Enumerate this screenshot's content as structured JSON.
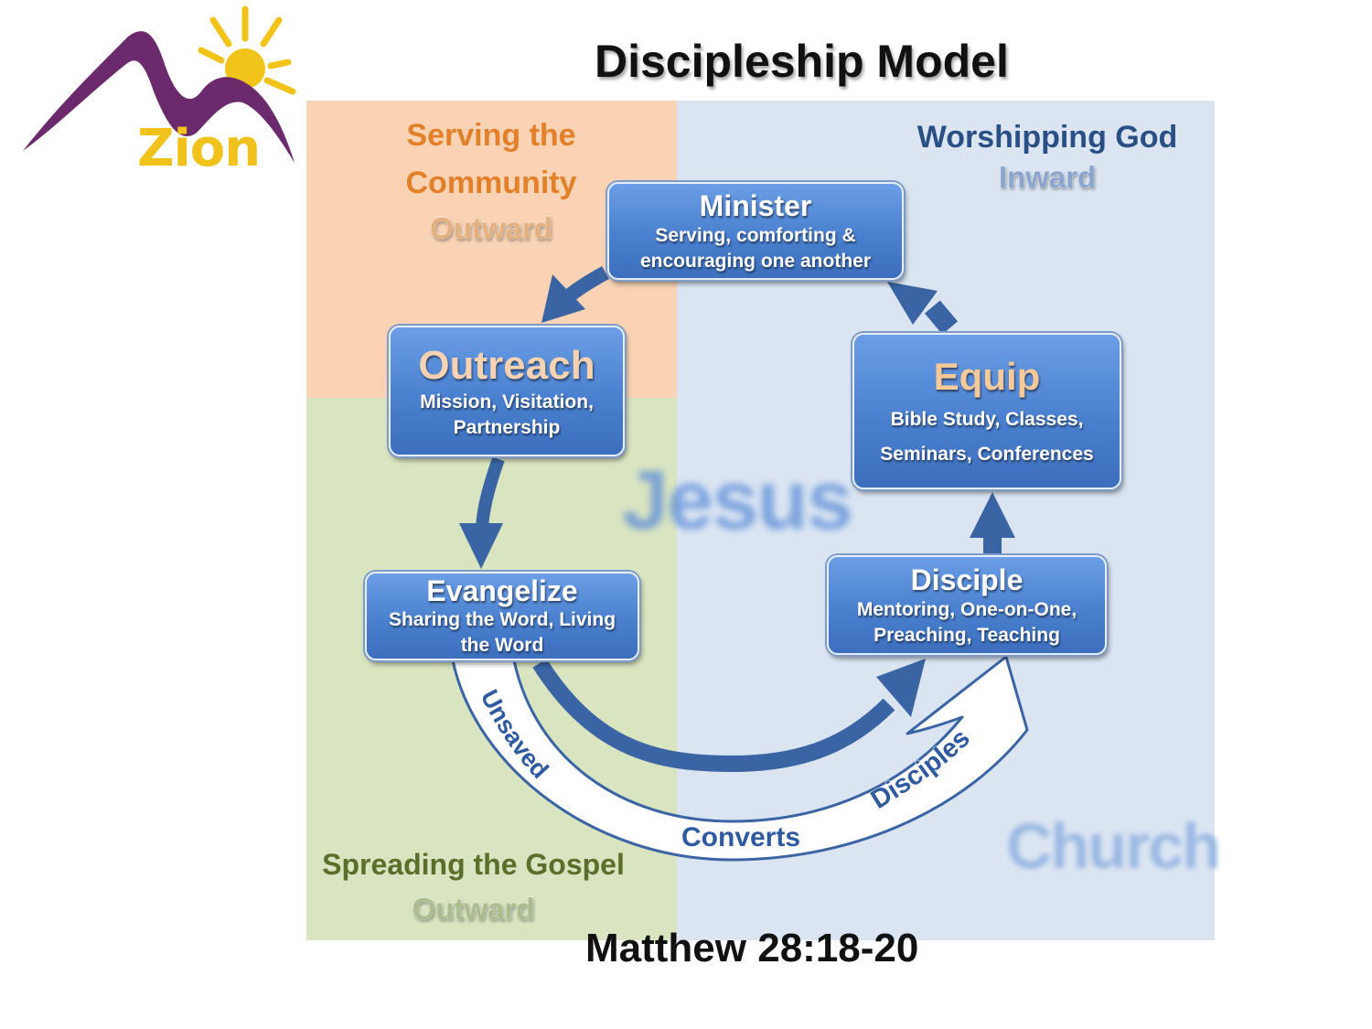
{
  "logo": {
    "text": "Zion",
    "colors": {
      "mountain": "#6b2a6b",
      "sun": "#f2c318"
    }
  },
  "title": "Discipleship Model",
  "quadrants": {
    "serving": {
      "title_line1": "Serving the",
      "title_line2": "Community",
      "direction": "Outward",
      "color": "#f9d3b4"
    },
    "worshipping": {
      "title": "Worshipping God",
      "direction": "Inward",
      "color": "#dbe5f2"
    },
    "spreading": {
      "title": "Spreading the Gospel",
      "direction": "Outward",
      "color": "#d9e4c1"
    }
  },
  "watermarks": {
    "center": "Jesus",
    "bottom_right": "Church"
  },
  "nodes": {
    "minister": {
      "title": "Minister",
      "line1": "Serving, comforting &",
      "line2": "encouraging one another"
    },
    "outreach": {
      "title": "Outreach",
      "line1": "Mission, Visitation,",
      "line2": "Partnership"
    },
    "equip": {
      "title": "Equip",
      "line1": "Bible Study, Classes,",
      "line2": "Seminars, Conferences"
    },
    "evangelize": {
      "title": "Evangelize",
      "line1": "Sharing the Word, Living",
      "line2": "the Word"
    },
    "disciple": {
      "title": "Disciple",
      "line1": "Mentoring, One-on-One,",
      "line2": "Preaching, Teaching"
    }
  },
  "flow_labels": {
    "unsaved": "Unsaved",
    "converts": "Converts",
    "disciples": "Disciples"
  },
  "colors": {
    "arrow": "#3a64a3",
    "box": "#4a80cf"
  },
  "verse": "Matthew 28:18-20"
}
